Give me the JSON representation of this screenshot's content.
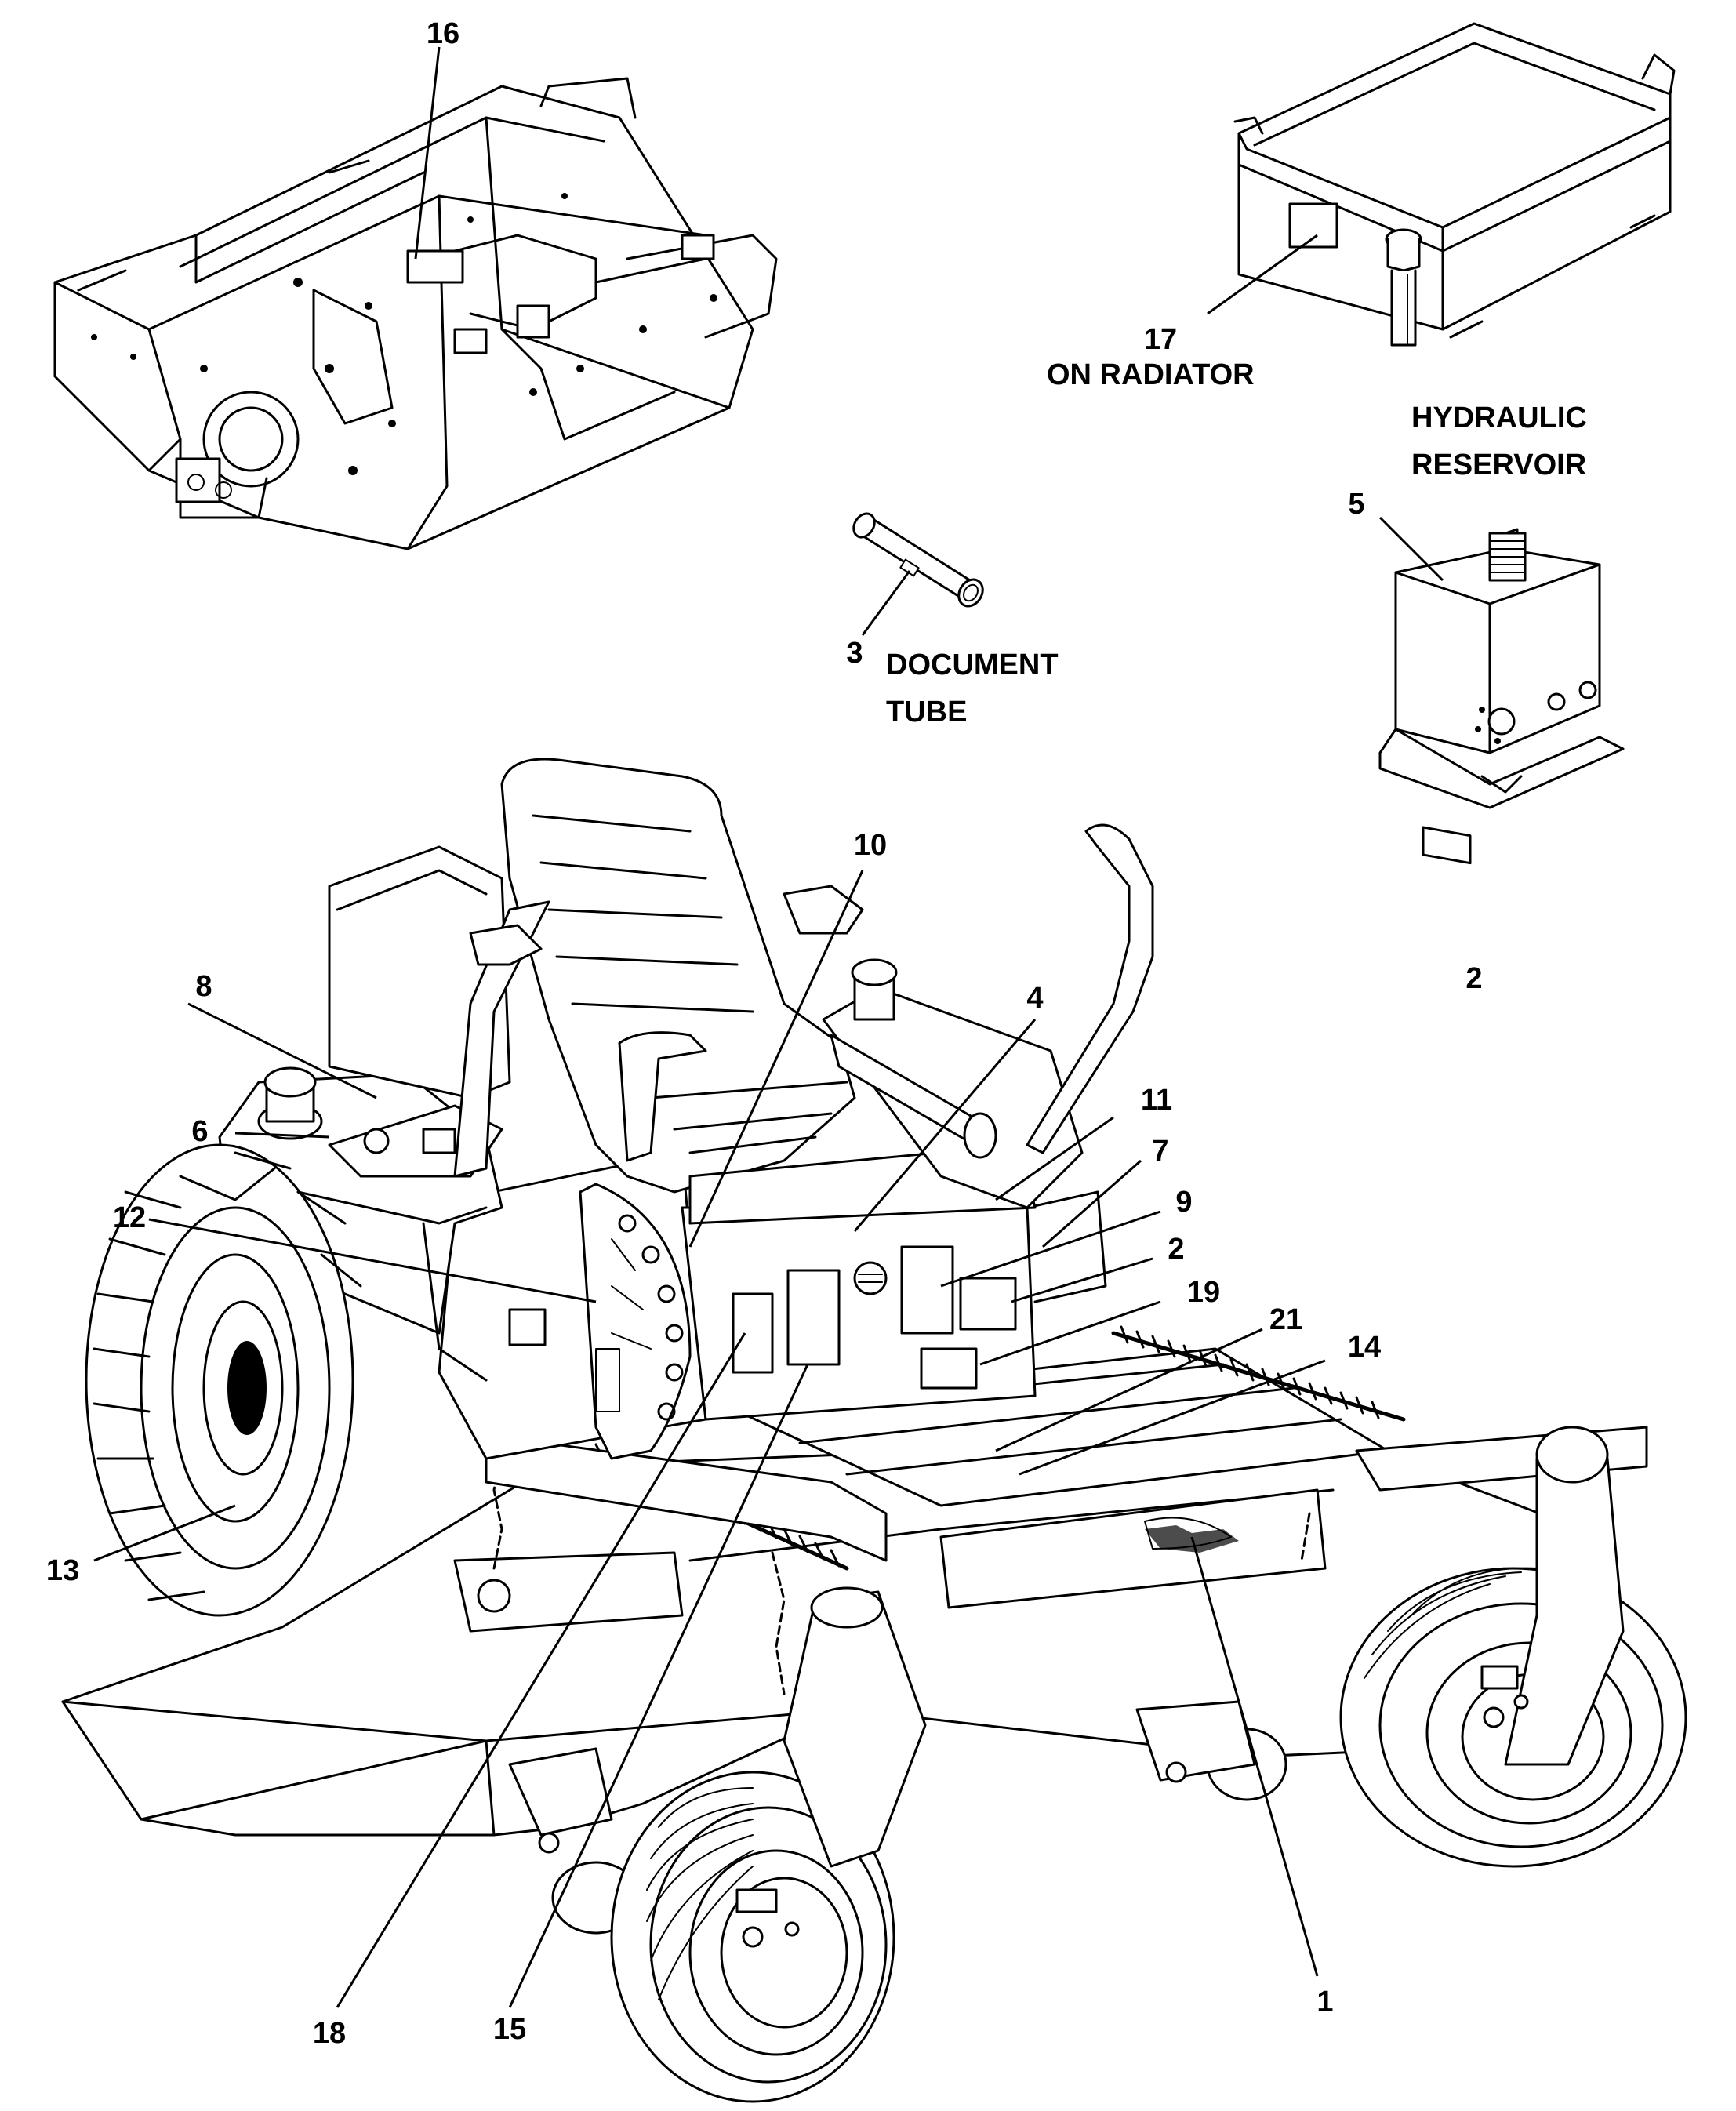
{
  "callouts": [
    {
      "id": "16",
      "label": "16"
    },
    {
      "id": "17",
      "label": "17"
    },
    {
      "id": "5",
      "label": "5"
    },
    {
      "id": "3",
      "label": "3"
    },
    {
      "id": "10",
      "label": "10"
    },
    {
      "id": "4",
      "label": "4"
    },
    {
      "id": "2a",
      "label": "2"
    },
    {
      "id": "8",
      "label": "8"
    },
    {
      "id": "6",
      "label": "6"
    },
    {
      "id": "11",
      "label": "11"
    },
    {
      "id": "7",
      "label": "7"
    },
    {
      "id": "9",
      "label": "9"
    },
    {
      "id": "12",
      "label": "12"
    },
    {
      "id": "2b",
      "label": "2"
    },
    {
      "id": "19",
      "label": "19"
    },
    {
      "id": "21",
      "label": "21"
    },
    {
      "id": "14",
      "label": "14"
    },
    {
      "id": "13",
      "label": "13"
    },
    {
      "id": "1",
      "label": "1"
    },
    {
      "id": "18",
      "label": "18"
    },
    {
      "id": "15",
      "label": "15"
    }
  ],
  "captions": {
    "radiator": "ON RADIATOR",
    "hydraulic_line1": "HYDRAULIC",
    "hydraulic_line2": "RESERVOIR",
    "document_line1": "DOCUMENT",
    "document_line2": "TUBE"
  },
  "colors": {
    "ink": "#000000",
    "paper": "#ffffff"
  }
}
